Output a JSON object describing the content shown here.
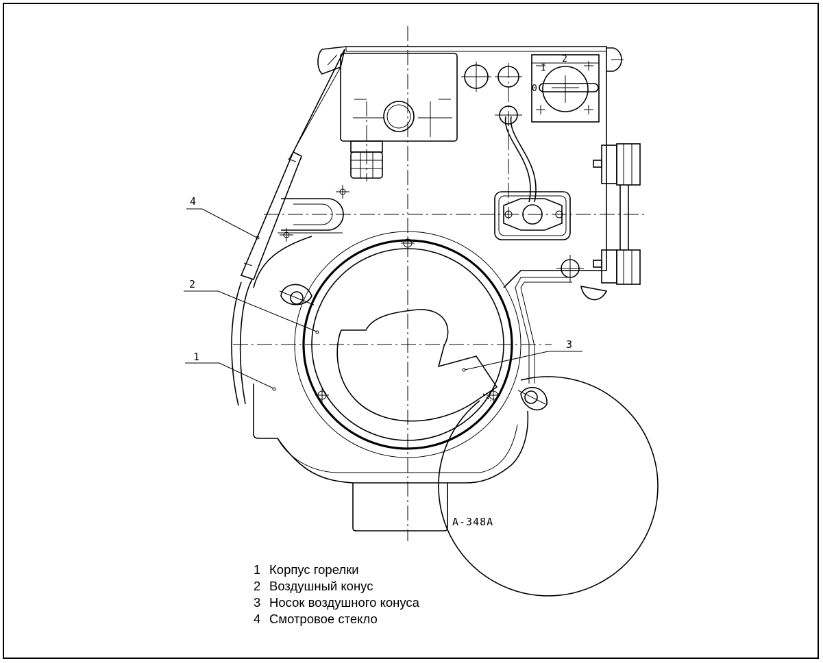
{
  "drawing_code": "A-348A",
  "callouts": [
    {
      "num": "1"
    },
    {
      "num": "2"
    },
    {
      "num": "3"
    },
    {
      "num": "4"
    }
  ],
  "switch_labels": {
    "pos1": "I",
    "pos2": "2",
    "pos0": "0"
  },
  "legend": [
    {
      "num": "1",
      "text": "Корпус горелки"
    },
    {
      "num": "2",
      "text": "Воздушный конус"
    },
    {
      "num": "3",
      "text": "Носок воздушного конуса"
    },
    {
      "num": "4",
      "text": "Смотровое стекло"
    }
  ]
}
